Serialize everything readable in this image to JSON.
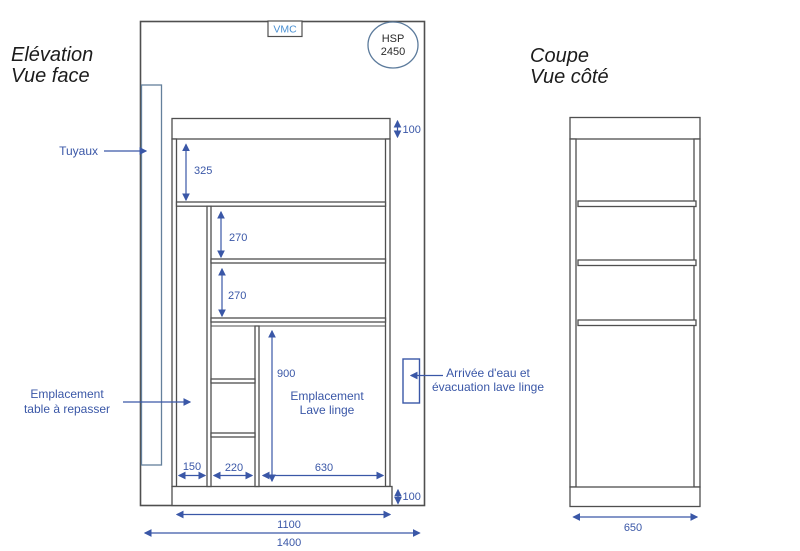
{
  "colors": {
    "structure_line": "#4f4f4f",
    "dimension_blue": "#3a57a7",
    "vmc_blue": "#4a90d2",
    "pipe_stroke": "#64809c",
    "circle_stroke": "#5c7b9c",
    "title_color": "#1c1c1c",
    "background": "#ffffff"
  },
  "elevation": {
    "title_line1": "Elévation",
    "title_line2": "Vue face",
    "vmc_label": "VMC",
    "hsp_line1": "HSP",
    "hsp_line2": "2450",
    "tuyaux_label": "Tuyaux",
    "table_label_line1": "Emplacement",
    "table_label_line2": "table à repasser",
    "lave_label_line1": "Emplacement",
    "lave_label_line2": "Lave linge",
    "eau_label_line1": "Arrivée d'eau et",
    "eau_label_line2": "évacuation lave linge",
    "dims": {
      "top_spacer": "100",
      "top_shelf": "325",
      "shelf_270a": "270",
      "shelf_270b": "270",
      "machine_height": "900",
      "slot_table": "150",
      "slot_shelves": "220",
      "slot_machine": "630",
      "plinth_height": "100",
      "interior_width": "1100",
      "total_width": "1400"
    }
  },
  "section": {
    "title_line1": "Coupe",
    "title_line2": "Vue côté",
    "dims": {
      "depth": "650"
    }
  }
}
